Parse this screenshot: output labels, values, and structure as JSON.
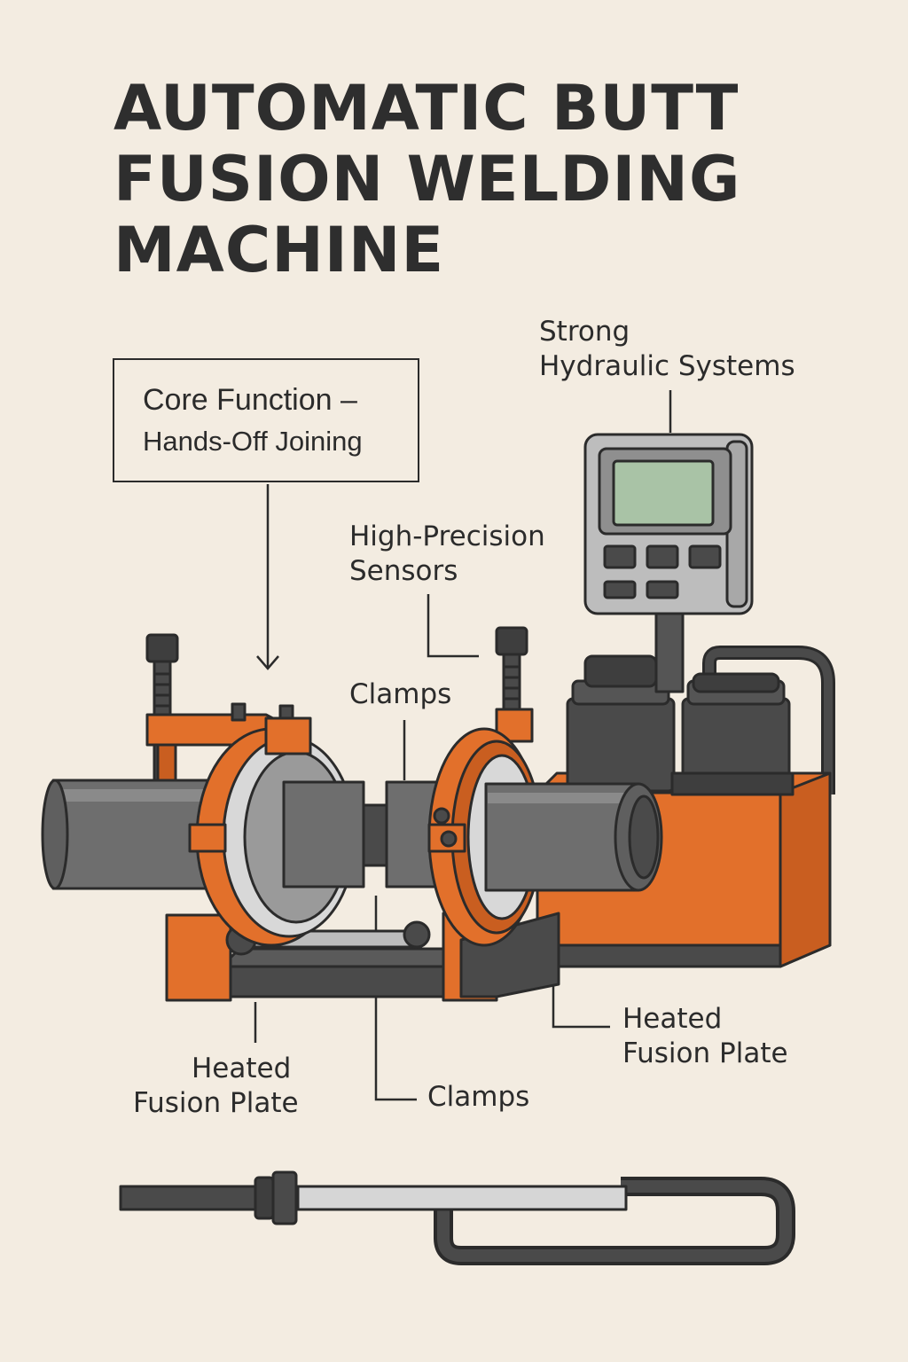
{
  "title": {
    "line1": "AUTOMATIC BUTT",
    "line2": "FUSION WELDING",
    "line3": "MACHINE"
  },
  "callout": {
    "line1": "Core Function –",
    "line2": "Hands-Off Joining"
  },
  "labels": {
    "hydraulic": {
      "line1": "Strong",
      "line2": "Hydraulic Systems"
    },
    "sensors": {
      "line1": "High-Precision",
      "line2": "Sensors"
    },
    "clamps_top": "Clamps",
    "clamps_bottom": "Clamps",
    "heated_left": {
      "line1": "Heated",
      "line2": "Fusion Plate"
    },
    "heated_right": {
      "line1": "Heated",
      "line2": "Fusion Plate"
    }
  },
  "colors": {
    "background": "#f3ece1",
    "orange": "#e2702b",
    "dark_gray": "#4a4a4a",
    "pipe_gray": "#6e6e6e",
    "light_gray": "#bdbdbd",
    "screen_green": "#a9c3a6",
    "outline": "#2b2b2b"
  }
}
